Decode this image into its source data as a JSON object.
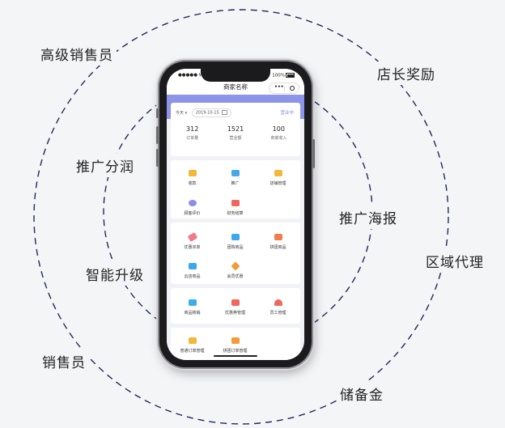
{
  "diagram": {
    "outer_labels": [
      "高级销售员",
      "店长奖励",
      "区域代理",
      "储备金",
      "销售员"
    ],
    "inner_labels": [
      "推广分润",
      "推广海报",
      "智能升级"
    ]
  },
  "phone": {
    "status": {
      "carrier": "●●●●● WeChat",
      "battery": "100%"
    },
    "title": "商家名称",
    "capsule": {
      "dots": "•••"
    },
    "overview": {
      "period": "今天 ▾",
      "date": "2019-10-15",
      "status": "营业中",
      "stats": [
        {
          "value": "312",
          "label": "订单量"
        },
        {
          "value": "1521",
          "label": "营业额"
        },
        {
          "value": "100",
          "label": "商家收入"
        }
      ]
    },
    "section1": [
      {
        "label": "收款",
        "icon": "receipt-icon",
        "color": "#f4b73a"
      },
      {
        "label": "推广",
        "icon": "promote-icon",
        "color": "#46a8ea"
      },
      {
        "label": "店铺管理",
        "icon": "store-icon",
        "color": "#f4b73a"
      },
      {
        "label": "顾客评价",
        "icon": "review-icon",
        "color": "#8e8ee8"
      },
      {
        "label": "财务结算",
        "icon": "wallet-icon",
        "color": "#f0675f"
      }
    ],
    "section2": [
      {
        "label": "优惠买单",
        "icon": "tag-icon",
        "color": "#f07a8a"
      },
      {
        "label": "团购商品",
        "icon": "bag-icon",
        "color": "#3aa8ea"
      },
      {
        "label": "拼团商品",
        "icon": "puzzle-icon",
        "color": "#f37c4a"
      },
      {
        "label": "云店商品",
        "icon": "cloud-store-icon",
        "color": "#3aa8ea"
      },
      {
        "label": "会员优惠",
        "icon": "diamond-icon",
        "color": "#f59b3a"
      }
    ],
    "section3": [
      {
        "label": "商品核销",
        "icon": "verify-icon",
        "color": "#3aaee8"
      },
      {
        "label": "优惠券管理",
        "icon": "coupon-icon",
        "color": "#f0675f"
      },
      {
        "label": "员工管理",
        "icon": "staff-icon",
        "color": "#f0675f"
      }
    ],
    "section4": [
      {
        "label": "普通订单管理",
        "icon": "order-icon",
        "color": "#f4b73a"
      },
      {
        "label": "拼团订单管理",
        "icon": "group-order-icon",
        "color": "#f59b3a"
      }
    ]
  }
}
